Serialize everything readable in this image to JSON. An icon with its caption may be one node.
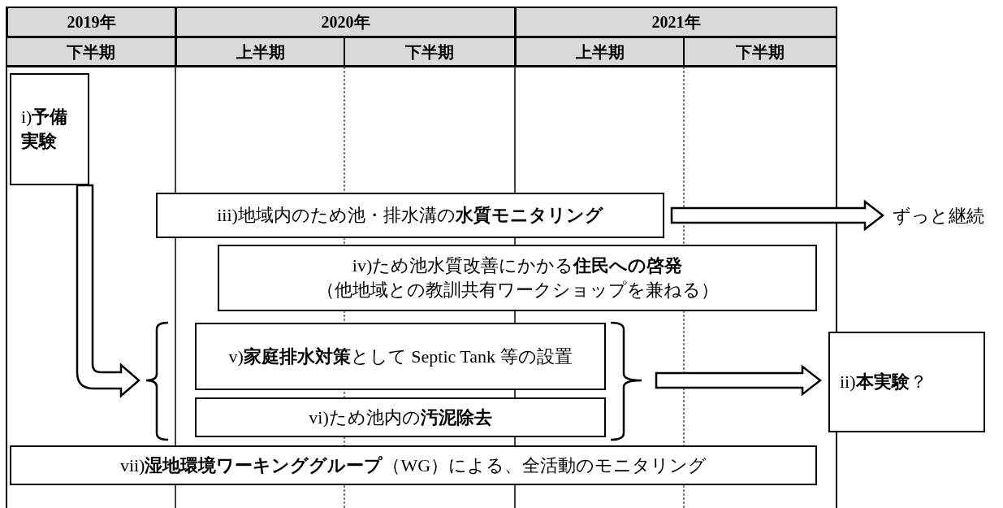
{
  "diagram": {
    "nodes": [
      {
        "text": [
          "i)**予備実験**"
        ]
      },
      {
        "text": [
          "iii)地域内のため池・排水溝の**水質モニタリング**"
        ]
      },
      {
        "text": [
          "ずっと継続"
        ]
      },
      {
        "text": [
          "iv)ため池水質改善にかかる**住民への啓発**",
          "（他地域との教訓共有ワークショップを兼ねる）"
        ]
      },
      {
        "text": [
          "v)**家庭排水対策**として Septic Tank 等の設置"
        ]
      },
      {
        "text": [
          "vi)ため池内の**汚泥除去**"
        ]
      },
      {
        "text": [
          "ii)**本実験**？"
        ]
      },
      {
        "text": [
          "vii)**湿地環境ワーキンググループ**（WG）による、全活動のモニタリング"
        ]
      }
    ],
    "edges": [
      {
        "from": 0,
        "to": 4,
        "arrow": "to"
      },
      {
        "from": 0,
        "to": 5,
        "arrow": "to"
      },
      {
        "from": 1,
        "to": 2,
        "arrow": "to"
      },
      {
        "from": 4,
        "to": 6,
        "arrow": "to"
      },
      {
        "from": 5,
        "to": 6,
        "arrow": "to"
      }
    ],
    "labels": [
      "2019年",
      "2020年",
      "2021年",
      "下半期",
      "上半期",
      "下半期",
      "上半期",
      "下半期"
    ]
  }
}
